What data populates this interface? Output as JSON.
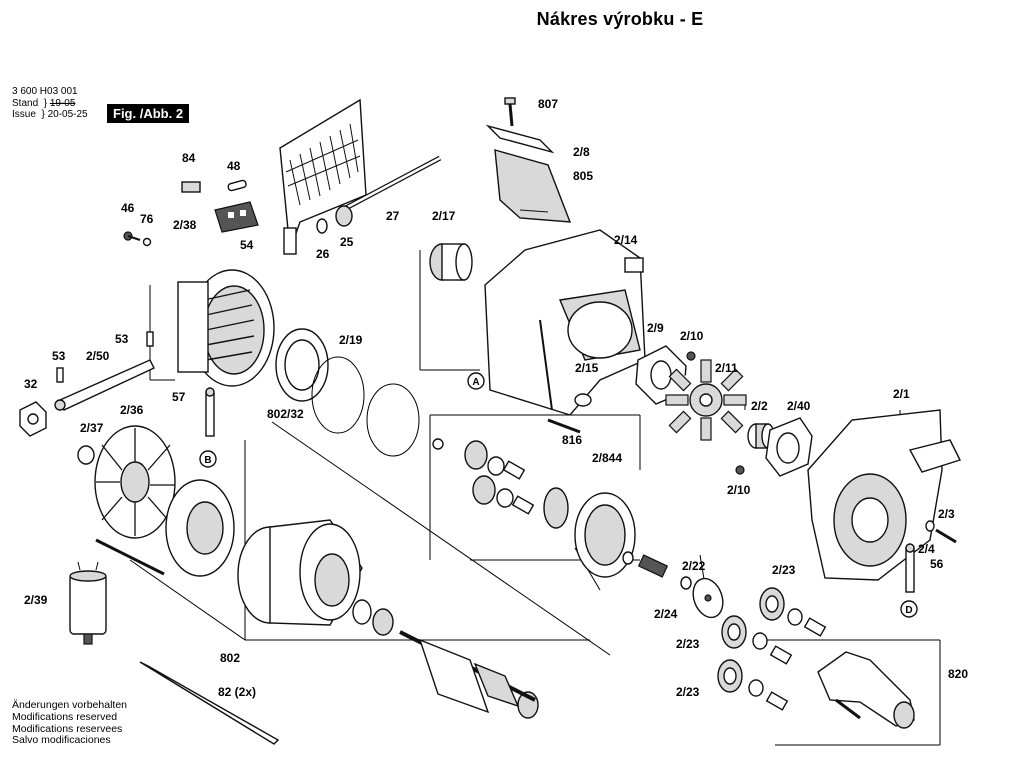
{
  "title": "Nákres výrobku - E",
  "header": {
    "doc_number": "3 600 H03 001",
    "stand_label": "Stand",
    "issue_label": "Issue",
    "stand_date": "19-05",
    "issue_date": "20-05-25",
    "figure_label": "Fig. /Abb. 2"
  },
  "footer_notes": [
    "Änderungen vorbehalten",
    "Modifications reserved",
    "Modifications reservees",
    "Salvo modificaciones"
  ],
  "callouts": [
    {
      "id": "c807",
      "text": "807"
    },
    {
      "id": "c2_8",
      "text": "2/8"
    },
    {
      "id": "c805",
      "text": "805"
    },
    {
      "id": "c84",
      "text": "84"
    },
    {
      "id": "c48",
      "text": "48"
    },
    {
      "id": "c46",
      "text": "46"
    },
    {
      "id": "c76",
      "text": "76"
    },
    {
      "id": "c2_38",
      "text": "2/38"
    },
    {
      "id": "c54",
      "text": "54"
    },
    {
      "id": "c27",
      "text": "27"
    },
    {
      "id": "c25",
      "text": "25"
    },
    {
      "id": "c26",
      "text": "26"
    },
    {
      "id": "c2_17",
      "text": "2/17"
    },
    {
      "id": "c2_14",
      "text": "2/14"
    },
    {
      "id": "c53a",
      "text": "53"
    },
    {
      "id": "c53b",
      "text": "53"
    },
    {
      "id": "c2_50",
      "text": "2/50"
    },
    {
      "id": "c32",
      "text": "32"
    },
    {
      "id": "c2_19",
      "text": "2/19"
    },
    {
      "id": "c2_9",
      "text": "2/9"
    },
    {
      "id": "c2_10a",
      "text": "2/10"
    },
    {
      "id": "c2_15",
      "text": "2/15"
    },
    {
      "id": "c2_11",
      "text": "2/11"
    },
    {
      "id": "c57",
      "text": "57"
    },
    {
      "id": "c802_32",
      "text": "802/32"
    },
    {
      "id": "c2_36",
      "text": "2/36"
    },
    {
      "id": "c2_37",
      "text": "2/37"
    },
    {
      "id": "c816",
      "text": "816"
    },
    {
      "id": "c2_2",
      "text": "2/2"
    },
    {
      "id": "c2_40",
      "text": "2/40"
    },
    {
      "id": "c2_1",
      "text": "2/1"
    },
    {
      "id": "c2_844",
      "text": "2/844"
    },
    {
      "id": "c2_10b",
      "text": "2/10"
    },
    {
      "id": "c2_3",
      "text": "2/3"
    },
    {
      "id": "c2_4",
      "text": "2/4"
    },
    {
      "id": "c56",
      "text": "56"
    },
    {
      "id": "c2_22",
      "text": "2/22"
    },
    {
      "id": "c2_23a",
      "text": "2/23"
    },
    {
      "id": "c2_24",
      "text": "2/24"
    },
    {
      "id": "c2_39",
      "text": "2/39"
    },
    {
      "id": "c2_23b",
      "text": "2/23"
    },
    {
      "id": "c802",
      "text": "802"
    },
    {
      "id": "c820",
      "text": "820"
    },
    {
      "id": "c2_23c",
      "text": "2/23"
    },
    {
      "id": "c82",
      "text": "82 (2x)"
    }
  ],
  "markers": [
    {
      "id": "mA",
      "text": "A"
    },
    {
      "id": "mB",
      "text": "B"
    },
    {
      "id": "mD",
      "text": "D"
    }
  ]
}
